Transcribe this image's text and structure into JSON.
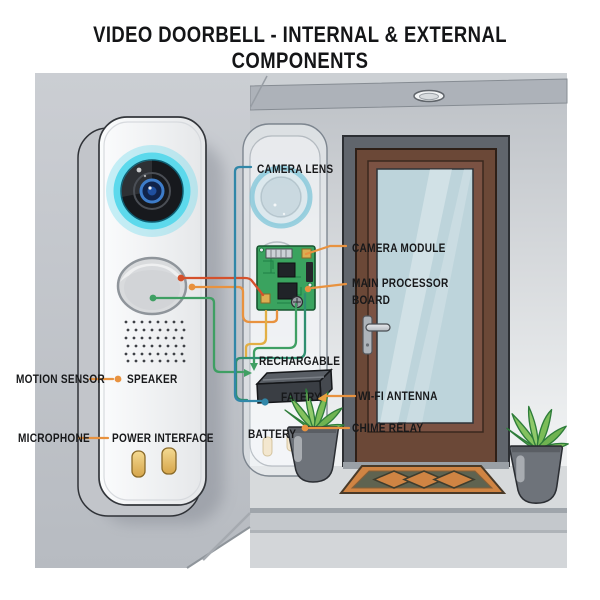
{
  "title": "VIDEO DOORBELL - INTERNAL & EXTERNAL COMPONENTS",
  "labels": {
    "camera_lens": "CAMERA LENS",
    "camera_module": "CAMERA MODULE",
    "main_processor_board": "MAIN PROCESSOR\nBOARD",
    "rechargable": "RECHARGABLE",
    "fatery": "FATERY",
    "wifi_antenna": "WI-FI ANTENNA",
    "chime_relay": "CHIME RELAY",
    "battery": "BATTERY",
    "motion_sensor": "MOTION SENSOR",
    "speaker": "SPEAKER",
    "microphone": "MICROPHONE",
    "power_interface": "POWER INTERFACE"
  },
  "colors": {
    "leader_orange": "#e8923f",
    "wire_red": "#d4512c",
    "wire_yellow": "#e2af45",
    "wire_green": "#3f9f63",
    "wire_teal": "#2f8f70",
    "wire_blue": "#3187a8",
    "led_ring_cyan": "#5cd9ec",
    "pcb_green": "#3aa35f",
    "door_brown": "#6b4837",
    "glass_blue": "#bdd4db",
    "doormat_orange": "#d08443",
    "plant_green": "#84c25f",
    "wall_gray": "#c5c9ce",
    "text_black": "#17181a"
  },
  "scene": {
    "elements": [
      "video-doorbell",
      "camera-lens-ring",
      "doorbell-button",
      "speaker-grille",
      "power-buttons",
      "transparent-overlay-panel",
      "circuit-board",
      "battery-pack",
      "front-door",
      "door-handle",
      "ceiling-light",
      "doormat",
      "potted-plant-left",
      "potted-plant-right"
    ]
  }
}
